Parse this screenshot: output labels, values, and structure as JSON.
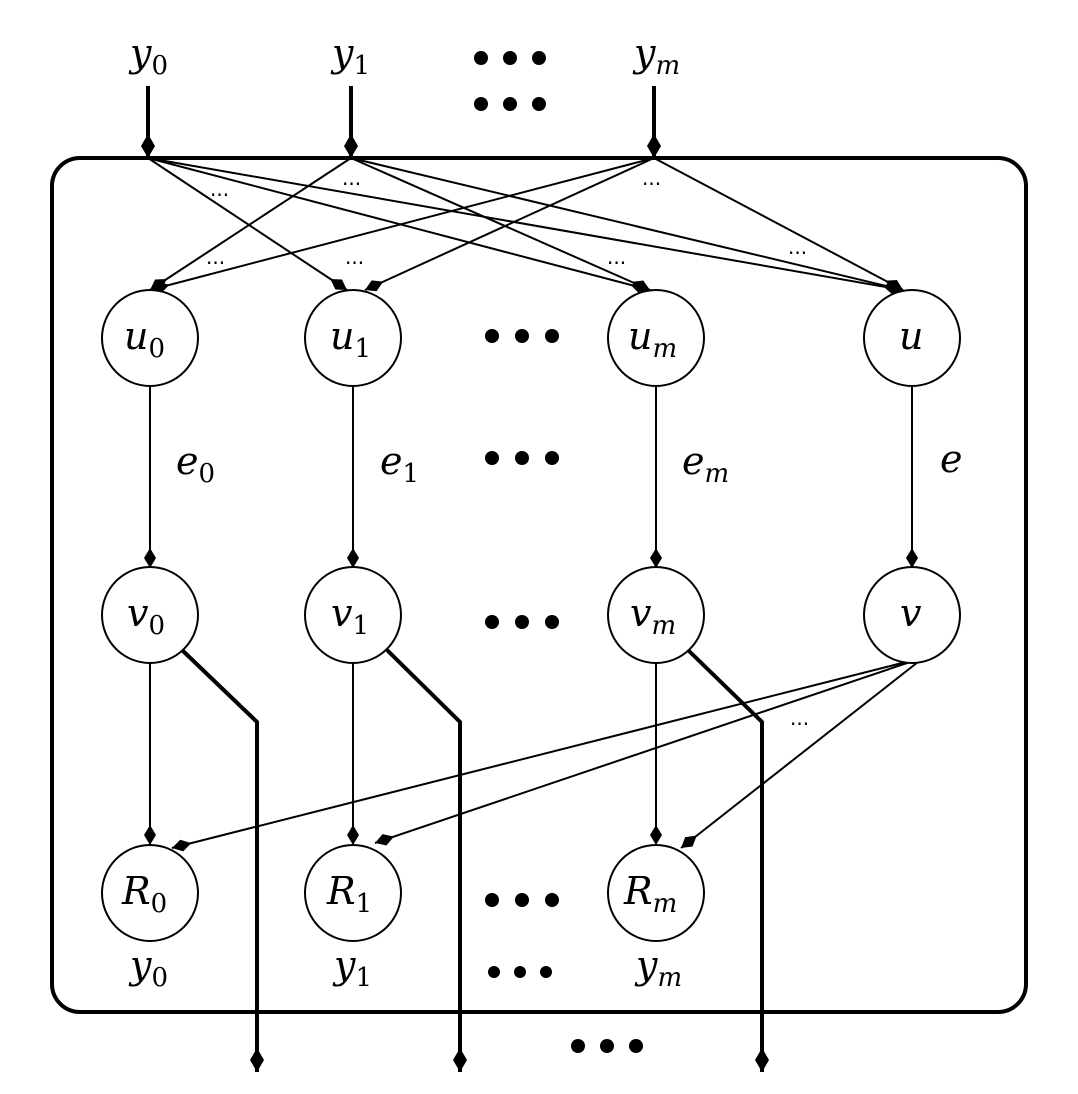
{
  "inputs": [
    {
      "base": "y",
      "sub": "0"
    },
    {
      "base": "y",
      "sub": "1"
    },
    {
      "base": "y",
      "sub": "m"
    }
  ],
  "u_nodes": [
    {
      "base": "u",
      "sub": "0"
    },
    {
      "base": "u",
      "sub": "1"
    },
    {
      "base": "u",
      "sub": "m"
    },
    {
      "base": "u",
      "sub": ""
    }
  ],
  "edge_labels": [
    {
      "base": "e",
      "sub": "0"
    },
    {
      "base": "e",
      "sub": "1"
    },
    {
      "base": "e",
      "sub": "m"
    },
    {
      "base": "e",
      "sub": ""
    }
  ],
  "v_nodes": [
    {
      "base": "v",
      "sub": "0"
    },
    {
      "base": "v",
      "sub": "1"
    },
    {
      "base": "v",
      "sub": "m"
    },
    {
      "base": "v",
      "sub": ""
    }
  ],
  "r_nodes": [
    {
      "base": "R",
      "sub": "0"
    },
    {
      "base": "R",
      "sub": "1"
    },
    {
      "base": "R",
      "sub": "m"
    }
  ],
  "outputs": [
    {
      "base": "y",
      "sub": "0"
    },
    {
      "base": "y",
      "sub": "1"
    },
    {
      "base": "y",
      "sub": "m"
    }
  ],
  "small_ellipsis": "..."
}
